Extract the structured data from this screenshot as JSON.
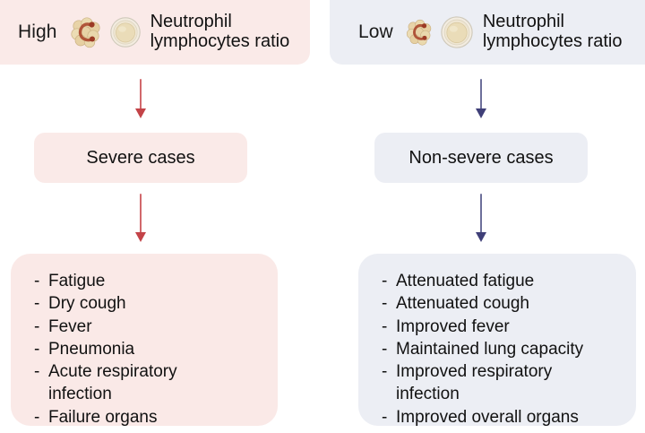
{
  "diagram": {
    "colors": {
      "severe_panel_bg": "#faeae8",
      "nonsevere_panel_bg": "#eceef4",
      "severe_arrow": "#c34348",
      "nonsevere_arrow": "#3f3f78",
      "neutrophil_body": "#e6cfa5",
      "neutrophil_nucleus": "#a8432a",
      "lymphocyte_body": "#efe2c7",
      "lymphocyte_ring": "#d9d4c4",
      "text": "#111111"
    },
    "left_branch": {
      "level_label": "High",
      "ratio_label_line1": "Neutrophil",
      "ratio_label_line2": "lymphocytes ratio",
      "icons": [
        "neutrophil-cell-icon",
        "lymphocyte-cell-icon"
      ],
      "outcome": "Severe cases",
      "symptoms": [
        "Fatigue",
        "Dry cough",
        "Fever",
        "Pneumonia",
        "Acute respiratory\ninfection",
        "Failure organs"
      ],
      "bullet": "-"
    },
    "right_branch": {
      "level_label": "Low",
      "ratio_label_line1": "Neutrophil",
      "ratio_label_line2": "lymphocytes ratio",
      "icons": [
        "neutrophil-cell-icon",
        "lymphocyte-cell-icon"
      ],
      "outcome": "Non-severe cases",
      "symptoms": [
        "Attenuated fatigue",
        "Attenuated cough",
        "Improved fever",
        "Maintained lung capacity",
        "Improved respiratory\ninfection",
        "Improved overall organs"
      ],
      "bullet": "-"
    }
  }
}
